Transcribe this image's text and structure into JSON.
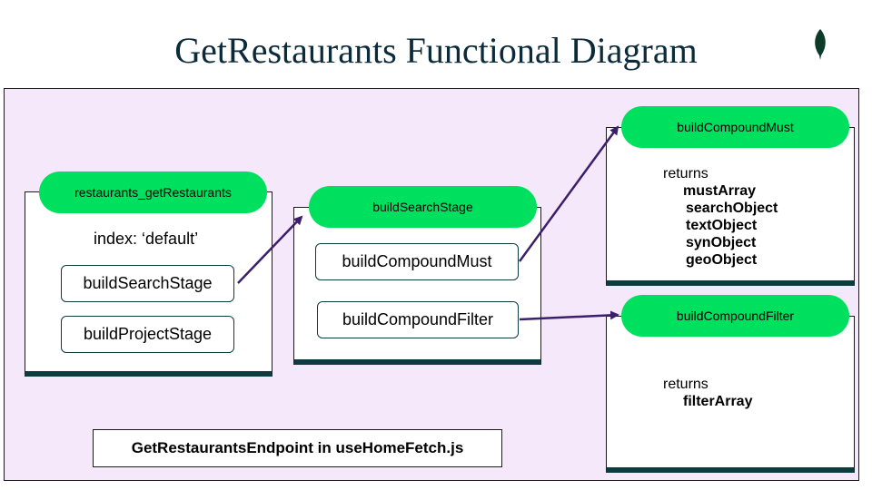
{
  "title": "GetRestaurants Functional Diagram",
  "colors": {
    "accent": "#00e05f",
    "background_panel": "#f5e8fb",
    "arrow": "#3b1f6b",
    "title": "#0b2a3a"
  },
  "logo_icon": "leaf-icon",
  "restaurants_box": {
    "header": "restaurants_getRestaurants",
    "index_label": "index: ‘default’",
    "items": [
      "buildSearchStage",
      "buildProjectStage"
    ]
  },
  "search_stage_box": {
    "header": "buildSearchStage",
    "items": [
      "buildCompoundMust",
      "buildCompoundFilter"
    ]
  },
  "compound_must_box": {
    "header": "buildCompoundMust",
    "returns_label": "returns",
    "returns": [
      "mustArray",
      "searchObject",
      "textObject",
      "synObject",
      "geoObject"
    ]
  },
  "compound_filter_box": {
    "header": "buildCompoundFilter",
    "returns_label": "returns",
    "returns": [
      "filterArray"
    ]
  },
  "endpoint_label": "GetRestaurantsEndpoint in useHomeFetch.js"
}
